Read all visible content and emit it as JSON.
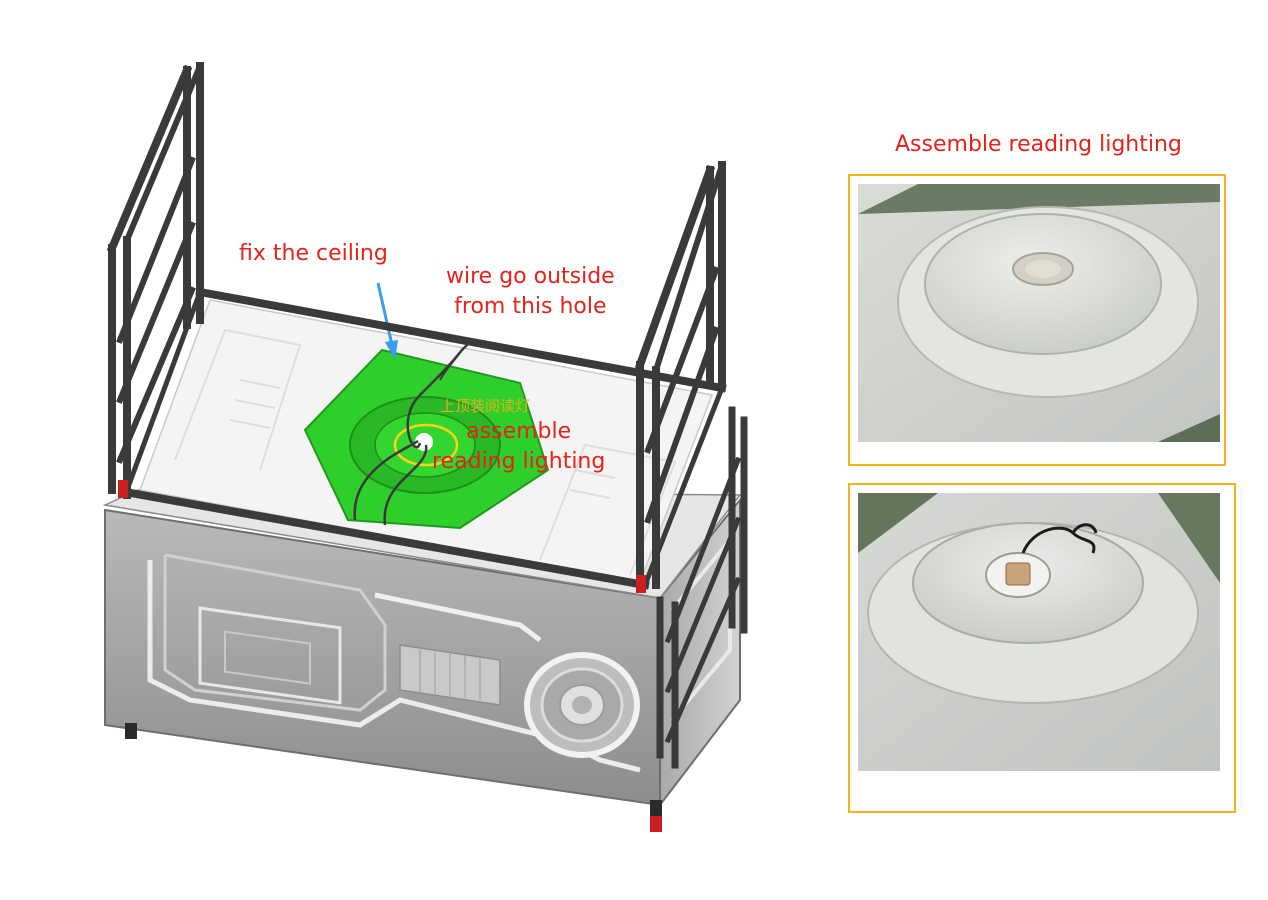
{
  "left_diagram": {
    "labels": {
      "fix_ceiling": "fix the ceiling",
      "wire_line1": "wire go outside",
      "wire_line2": "from this hole",
      "chinese": "上顶装阅读灯",
      "assemble_line1": "assemble",
      "assemble_line2": "reading lighting"
    },
    "colors": {
      "label_red": "#e4231b",
      "label_yellow": "#e0b21a",
      "panel_green": "#2fcf2b",
      "arrow_blue": "#3a9bef",
      "frame_dark": "#3a3a3a",
      "body_grey": "#9a9a9a"
    }
  },
  "right_panel": {
    "title": "Assemble reading lighting",
    "frame_color": "#f4b41a",
    "photos": [
      {
        "name": "photo-light-installed",
        "icon": "reading-light-cover"
      },
      {
        "name": "photo-light-wiring",
        "icon": "reading-light-wired"
      }
    ]
  }
}
